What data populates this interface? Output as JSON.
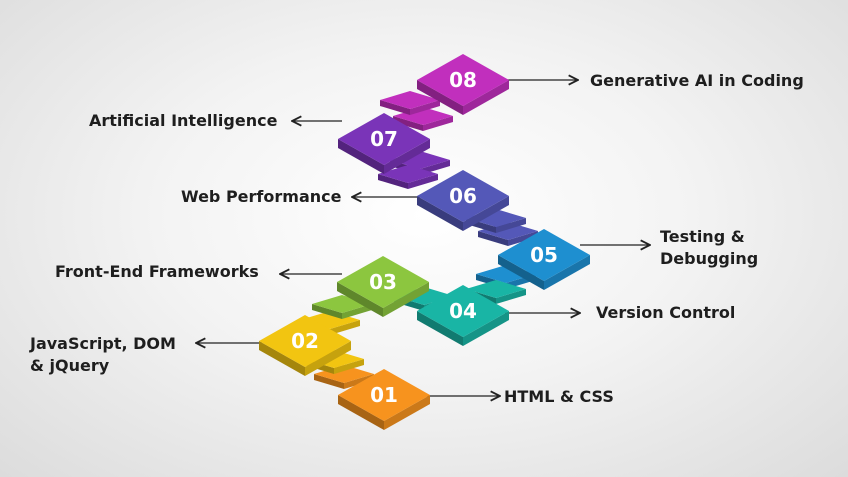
{
  "steps": [
    {
      "num": "01",
      "label": "HTML & CSS",
      "color": "#f7931e"
    },
    {
      "num": "02",
      "label": "JavaScript, DOM & jQuery",
      "label_lines": [
        "JavaScript, DOM",
        "& jQuery"
      ],
      "color": "#f2c511"
    },
    {
      "num": "03",
      "label": "Front-End Frameworks",
      "color": "#8cc63f"
    },
    {
      "num": "04",
      "label": "Version Control",
      "color": "#19b5a5"
    },
    {
      "num": "05",
      "label": "Testing & Debugging",
      "label_lines": [
        "Testing &",
        "Debugging"
      ],
      "color": "#1e8fd0"
    },
    {
      "num": "06",
      "label": "Web Performance",
      "color": "#5458b8"
    },
    {
      "num": "07",
      "label": "Artificial Intelligence",
      "color": "#7a34b8"
    },
    {
      "num": "08",
      "label": "Generative AI in Coding",
      "color": "#c12fbd"
    }
  ],
  "arrow_color": "#222222",
  "text_color": "#1e1e1e"
}
